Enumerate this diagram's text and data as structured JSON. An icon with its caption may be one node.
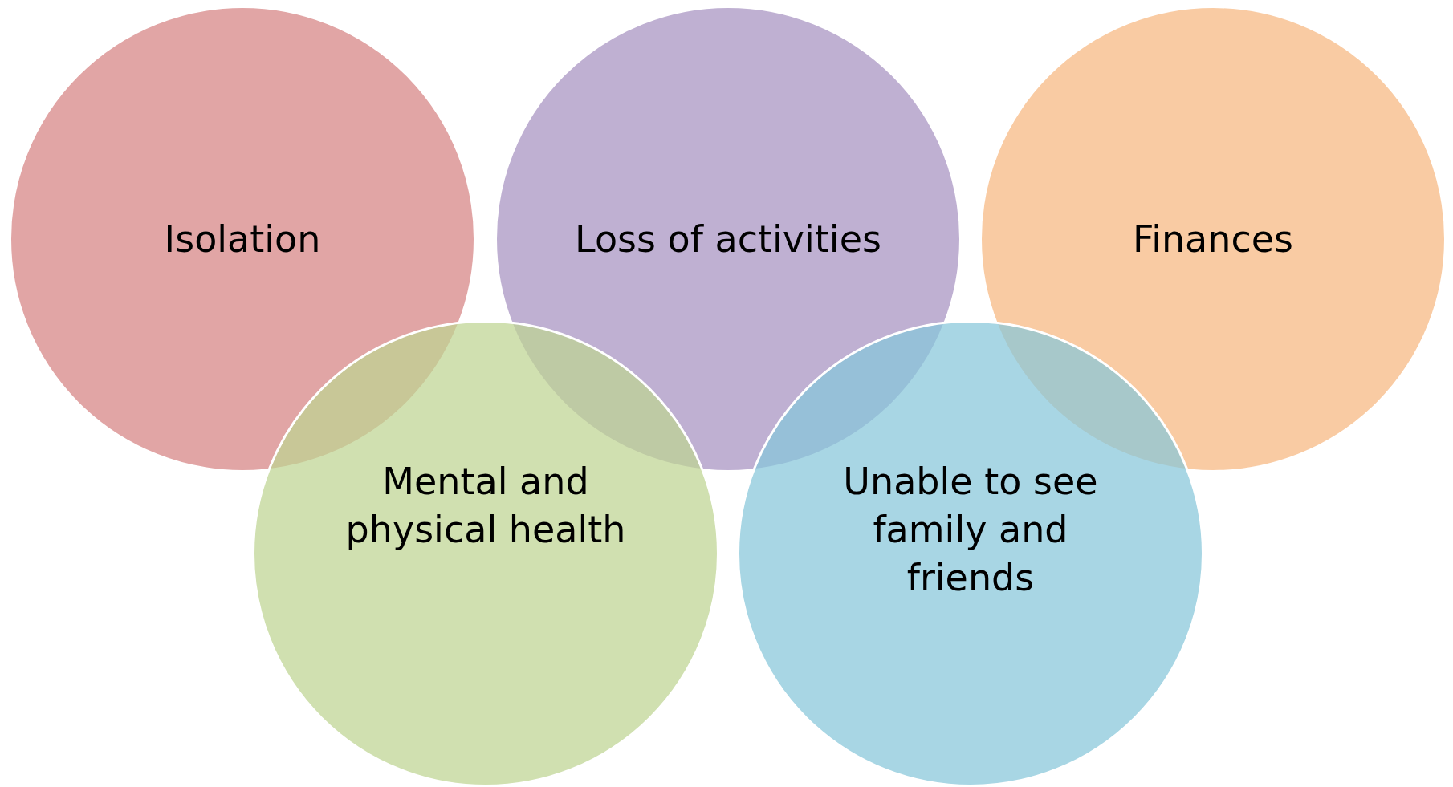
{
  "diagram": {
    "nodes": [
      {
        "text": [
          "Isolation"
        ]
      },
      {
        "text": [
          "Loss of activities"
        ]
      },
      {
        "text": [
          "Finances"
        ]
      },
      {
        "text": [
          "Mental and physical health"
        ]
      },
      {
        "text": [
          "Unable to see family and friends"
        ]
      }
    ]
  }
}
